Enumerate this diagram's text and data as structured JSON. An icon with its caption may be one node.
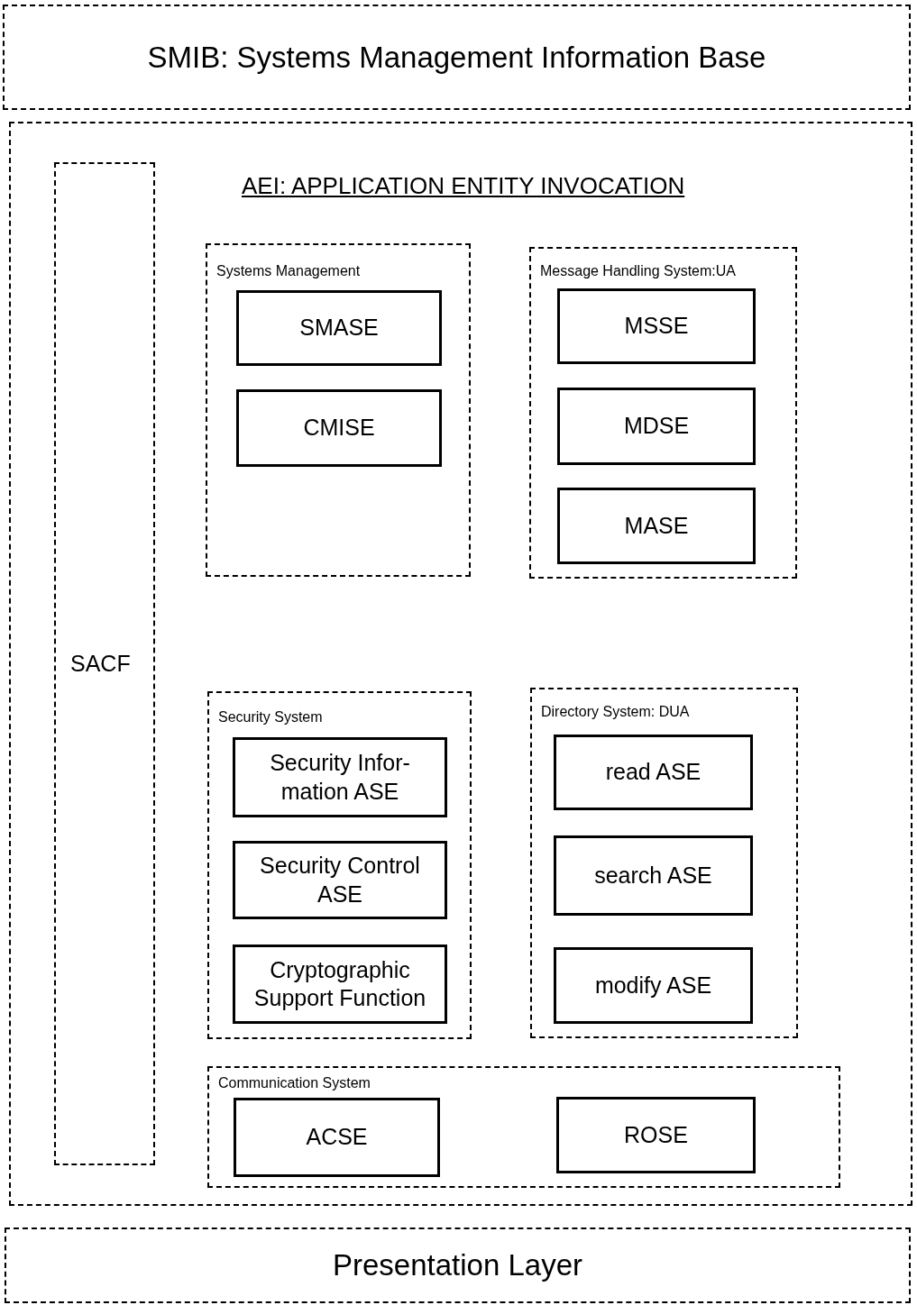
{
  "diagram": {
    "nodes": [
      {
        "text": [
          "SMIB: Systems Management Information Base"
        ]
      },
      {
        "text": [
          "AEI: APPLICATION ENTITY INVOCATION"
        ]
      },
      {
        "text": [
          "SACF"
        ],
        "in": 1
      },
      {
        "text": [
          "Systems Management"
        ],
        "in": 1
      },
      {
        "text": [
          "SMASE"
        ],
        "in": 3
      },
      {
        "text": [
          "CMISE"
        ],
        "in": 3
      },
      {
        "text": [
          "Message Handling System:UA"
        ],
        "in": 1
      },
      {
        "text": [
          "MSSE"
        ],
        "in": 6
      },
      {
        "text": [
          "MDSE"
        ],
        "in": 6
      },
      {
        "text": [
          "MASE"
        ],
        "in": 6
      },
      {
        "text": [
          "Security System"
        ],
        "in": 1
      },
      {
        "text": [
          "Security Infor- mation ASE"
        ],
        "in": 10
      },
      {
        "text": [
          "Security Control ASE"
        ],
        "in": 10
      },
      {
        "text": [
          "Cryptographic Support Function"
        ],
        "in": 10
      },
      {
        "text": [
          "Directory System: DUA"
        ],
        "in": 1
      },
      {
        "text": [
          "read ASE"
        ],
        "in": 14
      },
      {
        "text": [
          "search ASE"
        ],
        "in": 14
      },
      {
        "text": [
          "modify ASE"
        ],
        "in": 14
      },
      {
        "text": [
          "Communication System"
        ],
        "in": 1
      },
      {
        "text": [
          "ACSE"
        ],
        "in": 18
      },
      {
        "text": [
          "ROSE"
        ],
        "in": 18
      },
      {
        "text": [
          "Presentation Layer"
        ]
      }
    ]
  }
}
